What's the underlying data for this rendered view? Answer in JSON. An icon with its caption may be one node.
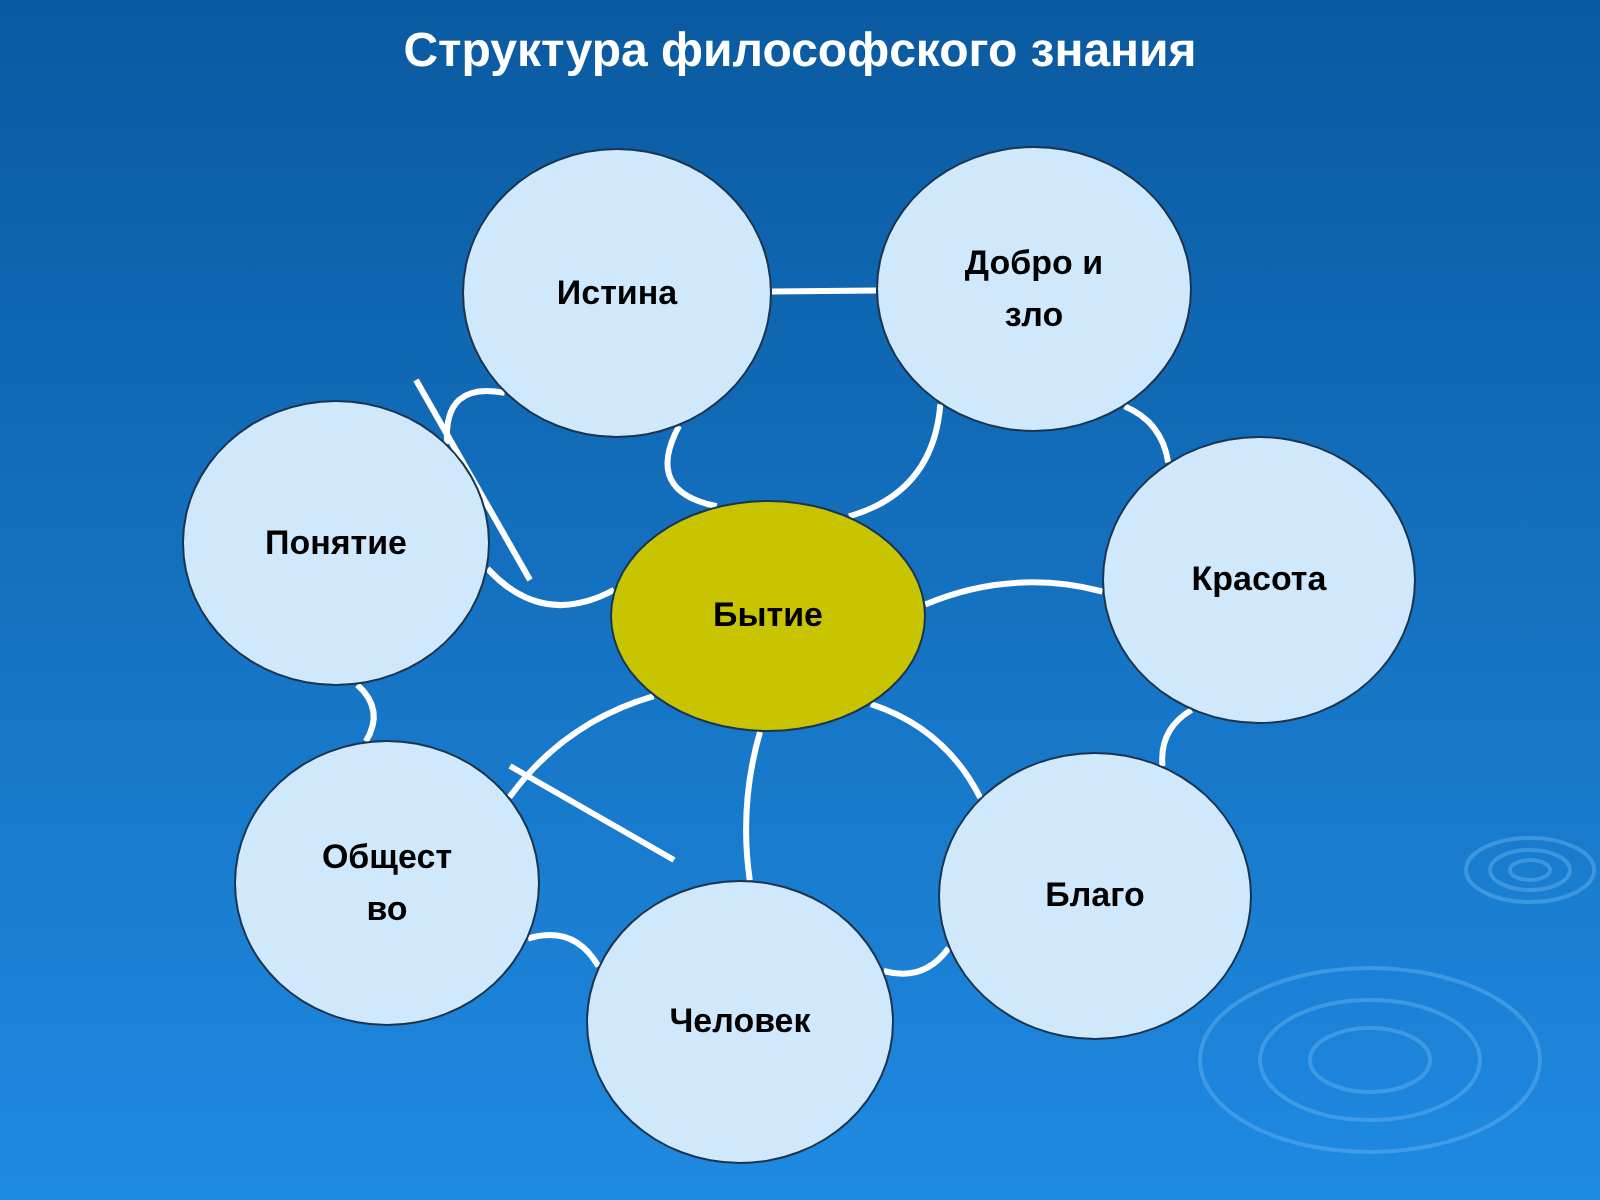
{
  "diagram": {
    "title": "Структура философского знания",
    "nodes": [
      {
        "text": [
          "Истина"
        ]
      },
      {
        "text": [
          "Добро и зло"
        ]
      },
      {
        "text": [
          "Понятие"
        ]
      },
      {
        "text": [
          "Бытие"
        ]
      },
      {
        "text": [
          "Красота"
        ]
      },
      {
        "text": [
          "Общест во"
        ]
      },
      {
        "text": [
          "Благо"
        ]
      },
      {
        "text": [
          "Человек"
        ]
      }
    ],
    "edges": [
      {
        "from": 0,
        "to": 1,
        "arrow": "none"
      },
      {
        "from": 0,
        "to": 2,
        "arrow": "none"
      },
      {
        "from": 0,
        "to": 3,
        "arrow": "none"
      },
      {
        "from": 1,
        "to": 3,
        "arrow": "none"
      },
      {
        "from": 1,
        "to": 4,
        "arrow": "none"
      },
      {
        "from": 4,
        "to": 3,
        "arrow": "none"
      },
      {
        "from": 2,
        "to": 3,
        "arrow": "none"
      },
      {
        "from": 4,
        "to": 6,
        "arrow": "none"
      },
      {
        "from": 3,
        "to": 5,
        "arrow": "none"
      },
      {
        "from": 3,
        "to": 7,
        "arrow": "none"
      },
      {
        "from": 3,
        "to": 6,
        "arrow": "none"
      },
      {
        "from": 5,
        "to": 7,
        "arrow": "none"
      },
      {
        "from": 7,
        "to": 6,
        "arrow": "none"
      },
      {
        "from": 2,
        "to": 5,
        "arrow": "none"
      }
    ]
  }
}
